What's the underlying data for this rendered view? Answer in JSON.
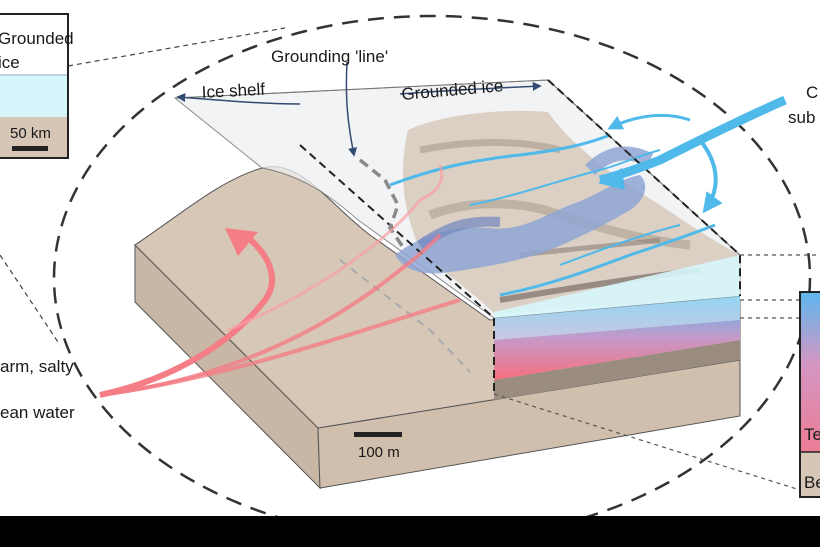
{
  "labels": {
    "grounded_ice_inset": "Grounded",
    "grounded_ice_inset_line2": "ice",
    "inset_scale": "50 km",
    "grounding_line": "Grounding 'line'",
    "ice_shelf": "Ice shelf",
    "grounded_ice": "Grounded ice",
    "subglacial_line1": "C",
    "subglacial_line2": "sub",
    "warm_water_line1": "arm, salty",
    "warm_water_line2": "ean water",
    "main_scale": "100 m",
    "right_inset_top": "Te",
    "right_inset_bottom": "Be"
  },
  "colors": {
    "bed": "#d5c6b6",
    "bed_side": "#c9b8a6",
    "ice": "#e9ecef",
    "ocean_light": "#d6f6fb",
    "warm_water": "#f47d86",
    "meltwater": "#4fb9ea",
    "channel": "#8fa6d4"
  }
}
